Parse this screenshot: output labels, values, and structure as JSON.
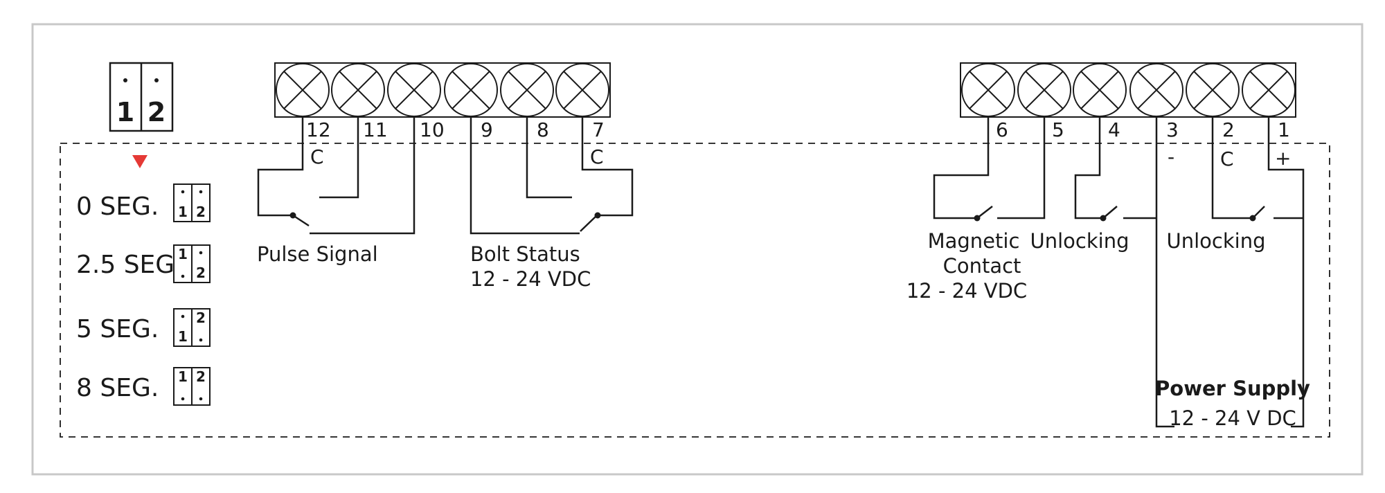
{
  "dip_switch": {
    "pins": [
      "1",
      "2"
    ]
  },
  "time_settings": [
    {
      "label": "0 SEG.",
      "states": [
        "down",
        "down"
      ]
    },
    {
      "label": "2.5 SEG.",
      "states": [
        "up",
        "down"
      ]
    },
    {
      "label": "5 SEG.",
      "states": [
        "down",
        "up"
      ]
    },
    {
      "label": "8 SEG.",
      "states": [
        "up",
        "up"
      ]
    }
  ],
  "terminal_blocks": [
    {
      "terminals": [
        "12",
        "11",
        "10",
        "9",
        "8",
        "7"
      ]
    },
    {
      "terminals": [
        "6",
        "5",
        "4",
        "3",
        "2",
        "1"
      ]
    }
  ],
  "terminal_markers": {
    "t12": "C",
    "t7": "C",
    "t3": "-",
    "t2": "C",
    "t1": "+"
  },
  "labels": {
    "pulse_signal": "Pulse Signal",
    "bolt_status": "Bolt Status",
    "bolt_status_voltage": "12 - 24 VDC",
    "magnetic_line1": "Magnetic",
    "magnetic_line2": "Contact",
    "magnetic_voltage": "12 - 24 VDC",
    "unlocking_a": "Unlocking",
    "unlocking_b": "Unlocking",
    "power_supply": "Power Supply",
    "power_supply_voltage": "12 - 24 V DC"
  },
  "colors": {
    "line": "#1a1a1a",
    "frame": "#c8c8c8",
    "indicator": "#e53935"
  }
}
